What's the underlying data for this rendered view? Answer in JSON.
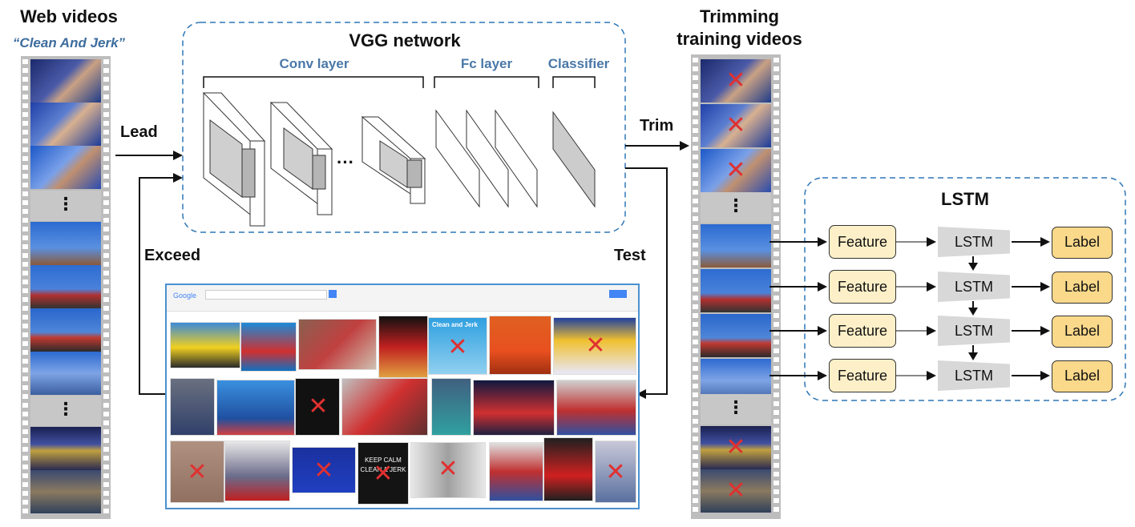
{
  "web_videos": {
    "title": "Web videos",
    "query": "“Clean And Jerk”"
  },
  "vgg": {
    "title": "VGG network",
    "conv_label": "Conv layer",
    "fc_label": "Fc layer",
    "classifier_label": "Classifier",
    "ellipsis": "···"
  },
  "trim_panel": {
    "title_line1": "Trimming",
    "title_line2": "training videos"
  },
  "edges": {
    "lead": "Lead",
    "trim": "Trim",
    "exceed": "Exceed",
    "test": "Test"
  },
  "lstm_panel": {
    "title": "LSTM",
    "rows": [
      {
        "feature": "Feature",
        "cell": "LSTM",
        "label": "Label"
      },
      {
        "feature": "Feature",
        "cell": "LSTM",
        "label": "Label"
      },
      {
        "feature": "Feature",
        "cell": "LSTM",
        "label": "Label"
      },
      {
        "feature": "Feature",
        "cell": "LSTM",
        "label": "Label"
      }
    ]
  },
  "film": {
    "gap_symbol": "⋮",
    "reject_mark": "✕"
  },
  "search_overlay": {
    "logo": "Google",
    "keep_calm_text": "KEEP CALM CLEAN & JERK",
    "clean_text": "Clean and Jerk"
  },
  "colors": {
    "dashed_border": "#2f77b5",
    "feature_fill": "#fdf0c8",
    "label_fill": "#fbd98a",
    "reject": "#e03030"
  }
}
